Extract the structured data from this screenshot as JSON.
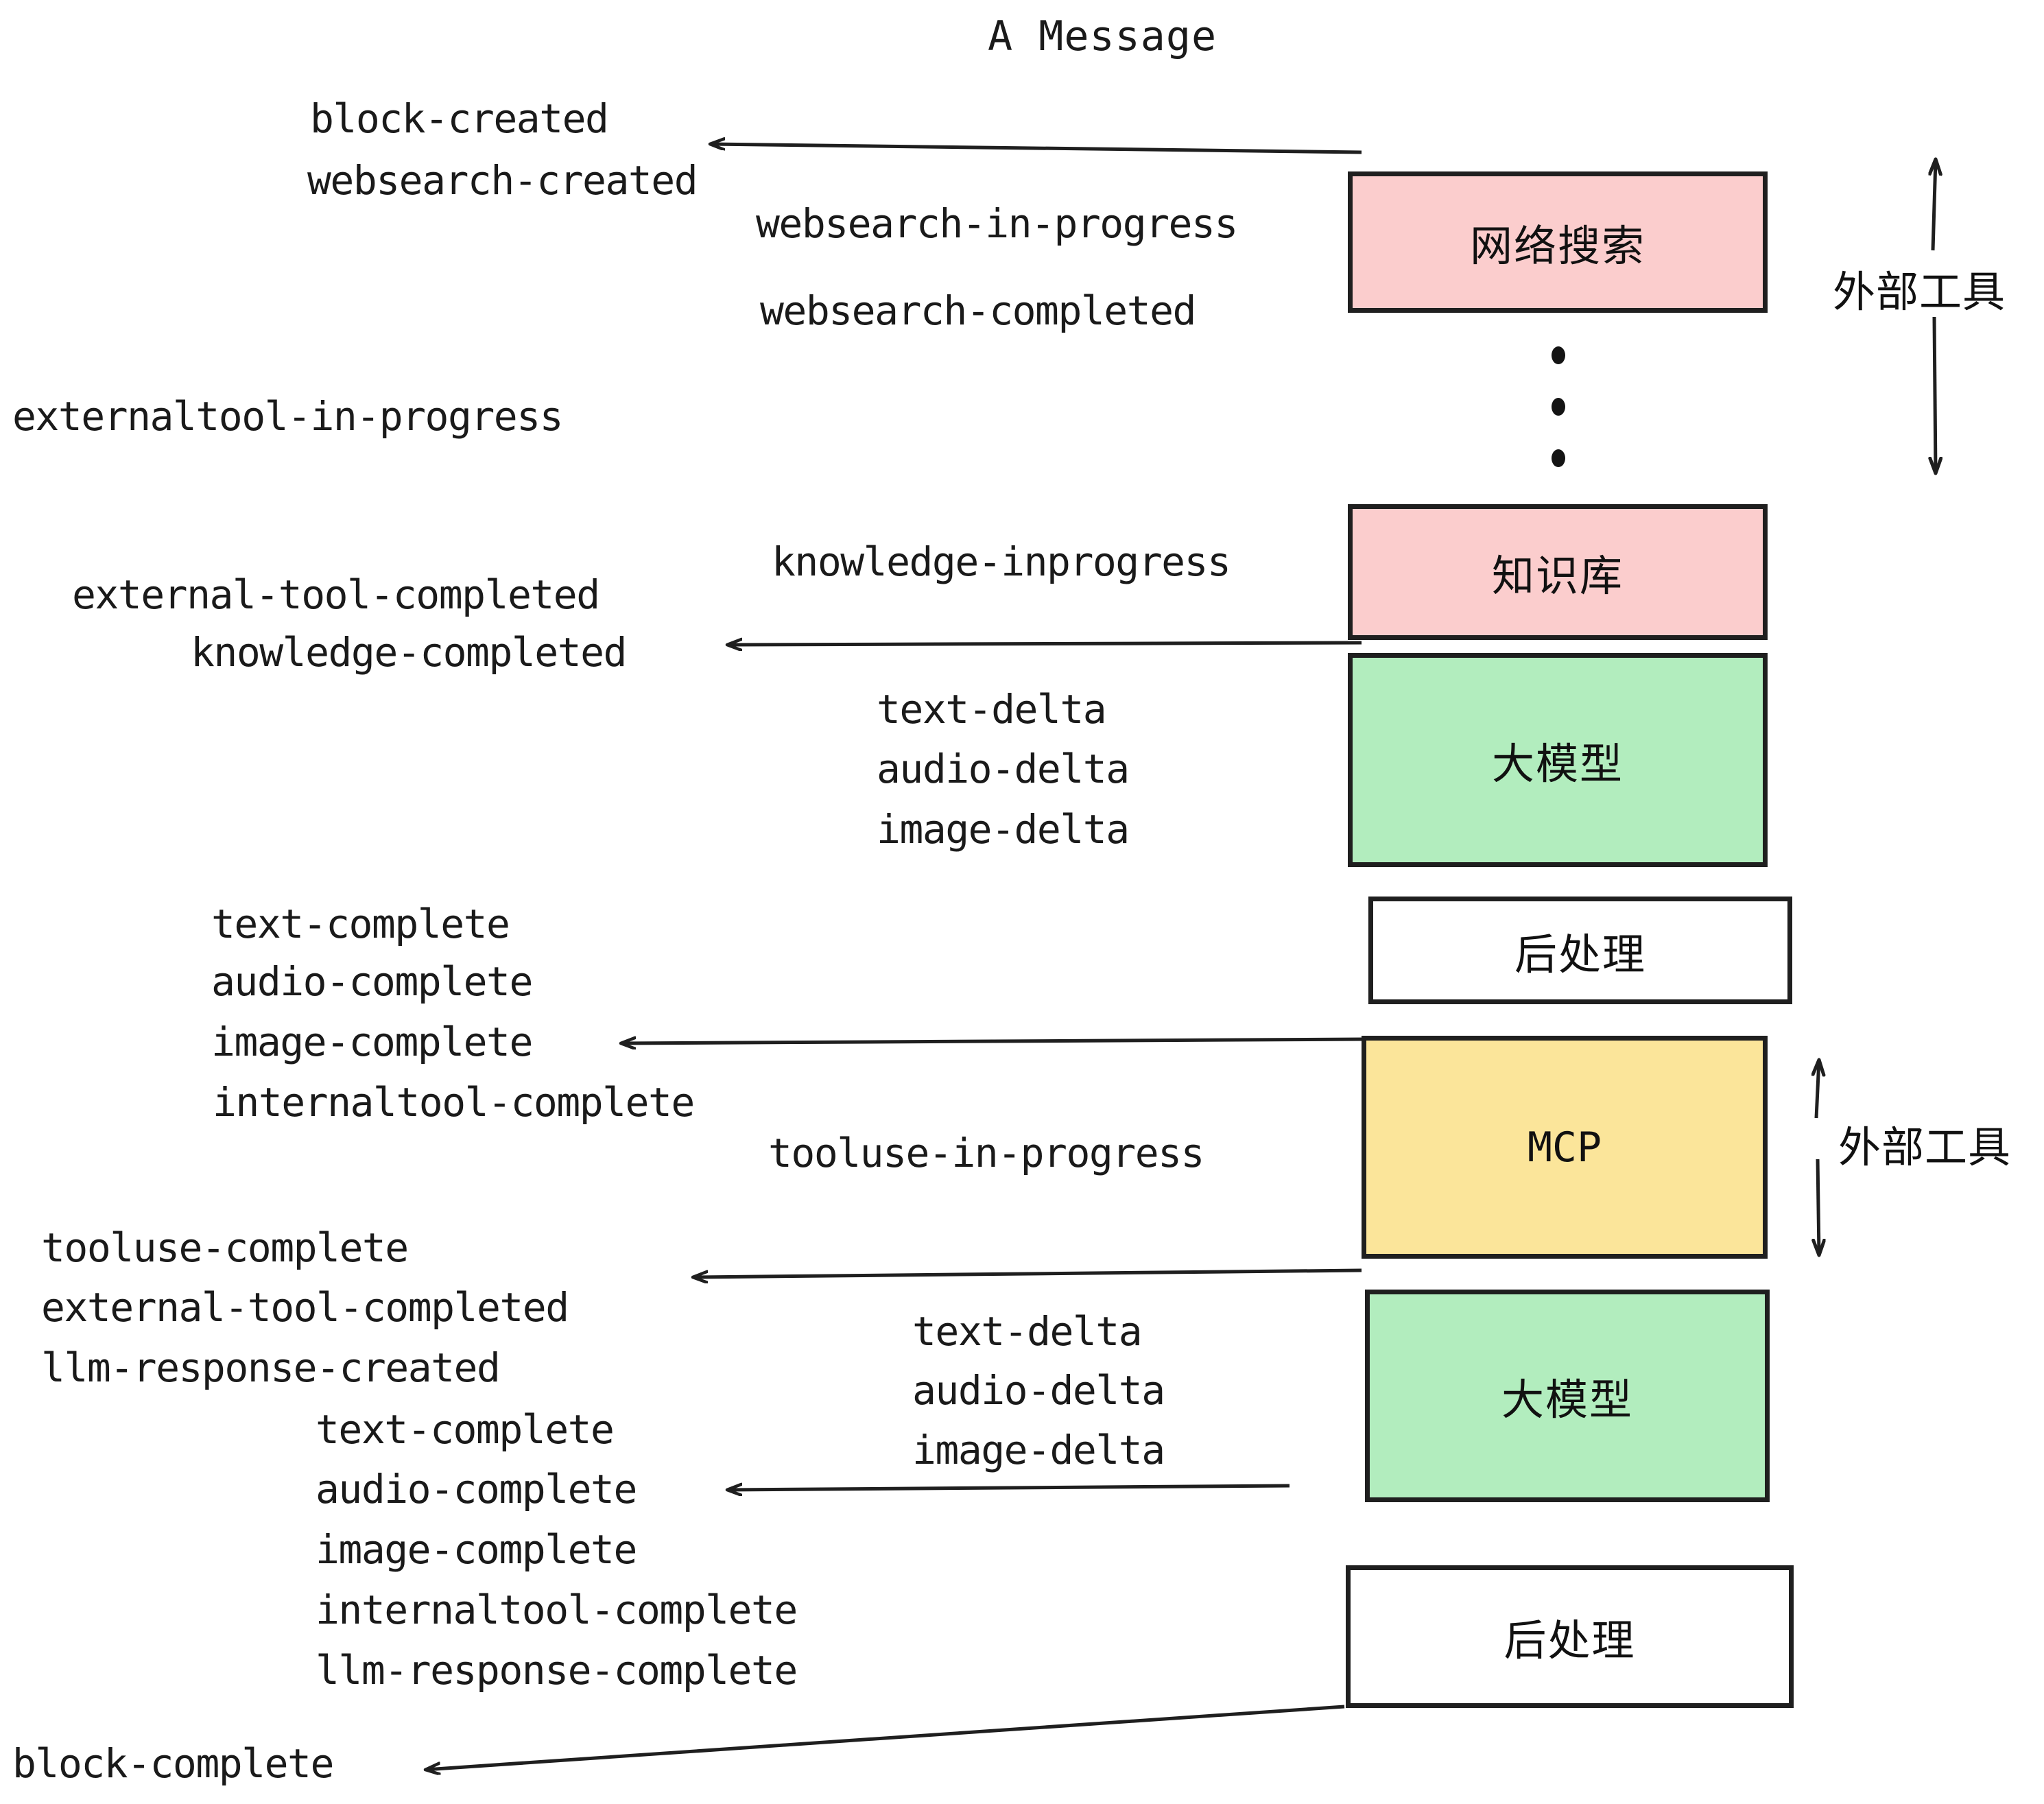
{
  "title": "A Message",
  "colors": {
    "pink": "#fbcdcd",
    "green": "#b2edbe",
    "yellow": "#fbe59a",
    "white": "#ffffff",
    "stroke": "#1f1f1f",
    "text": "#1a1a1a",
    "background": "#ffffff"
  },
  "nodes": [
    {
      "id": "websearch",
      "label": "网络搜索",
      "fill": "pink",
      "mono": false
    },
    {
      "id": "knowledge",
      "label": "知识库",
      "fill": "pink",
      "mono": false
    },
    {
      "id": "llm-1",
      "label": "大模型",
      "fill": "green",
      "mono": false
    },
    {
      "id": "postprocess-1",
      "label": "后处理",
      "fill": "white",
      "mono": false
    },
    {
      "id": "mcp",
      "label": "MCP",
      "fill": "yellow",
      "mono": true
    },
    {
      "id": "llm-2",
      "label": "大模型",
      "fill": "green",
      "mono": false
    },
    {
      "id": "postprocess-2",
      "label": "后处理",
      "fill": "white",
      "mono": false
    }
  ],
  "side_labels": [
    {
      "id": "external-tools-top",
      "text": "外部工具"
    },
    {
      "id": "external-tools-bottom",
      "text": "外部工具"
    }
  ],
  "events": [
    {
      "id": "block-created",
      "text": "block-created"
    },
    {
      "id": "websearch-created",
      "text": "websearch-created"
    },
    {
      "id": "websearch-in-progress",
      "text": "websearch-in-progress"
    },
    {
      "id": "websearch-completed",
      "text": "websearch-completed"
    },
    {
      "id": "externaltool-in-progress",
      "text": "externaltool-in-progress"
    },
    {
      "id": "knowledge-inprogress",
      "text": "knowledge-inprogress"
    },
    {
      "id": "external-tool-completed-1",
      "text": "external-tool-completed"
    },
    {
      "id": "knowledge-completed",
      "text": "knowledge-completed"
    },
    {
      "id": "text-delta-1",
      "text": "text-delta"
    },
    {
      "id": "audio-delta-1",
      "text": "audio-delta"
    },
    {
      "id": "image-delta-1",
      "text": "image-delta"
    },
    {
      "id": "text-complete-1",
      "text": "text-complete"
    },
    {
      "id": "audio-complete-1",
      "text": "audio-complete"
    },
    {
      "id": "image-complete-1",
      "text": "image-complete"
    },
    {
      "id": "internaltool-complete-1",
      "text": "internaltool-complete"
    },
    {
      "id": "tooluse-in-progress",
      "text": "tooluse-in-progress"
    },
    {
      "id": "tooluse-complete",
      "text": "tooluse-complete"
    },
    {
      "id": "external-tool-completed-2",
      "text": "external-tool-completed"
    },
    {
      "id": "llm-response-created",
      "text": "llm-response-created"
    },
    {
      "id": "text-delta-2",
      "text": "text-delta"
    },
    {
      "id": "audio-delta-2",
      "text": "audio-delta"
    },
    {
      "id": "image-delta-2",
      "text": "image-delta"
    },
    {
      "id": "text-complete-2",
      "text": "text-complete"
    },
    {
      "id": "audio-complete-2",
      "text": "audio-complete"
    },
    {
      "id": "image-complete-2",
      "text": "image-complete"
    },
    {
      "id": "internaltool-complete-2",
      "text": "internaltool-complete"
    },
    {
      "id": "llm-response-complete",
      "text": "llm-response-complete"
    },
    {
      "id": "block-complete",
      "text": "block-complete"
    }
  ],
  "ellipsis": {
    "id": "vertical-ellipsis",
    "count": 3
  }
}
